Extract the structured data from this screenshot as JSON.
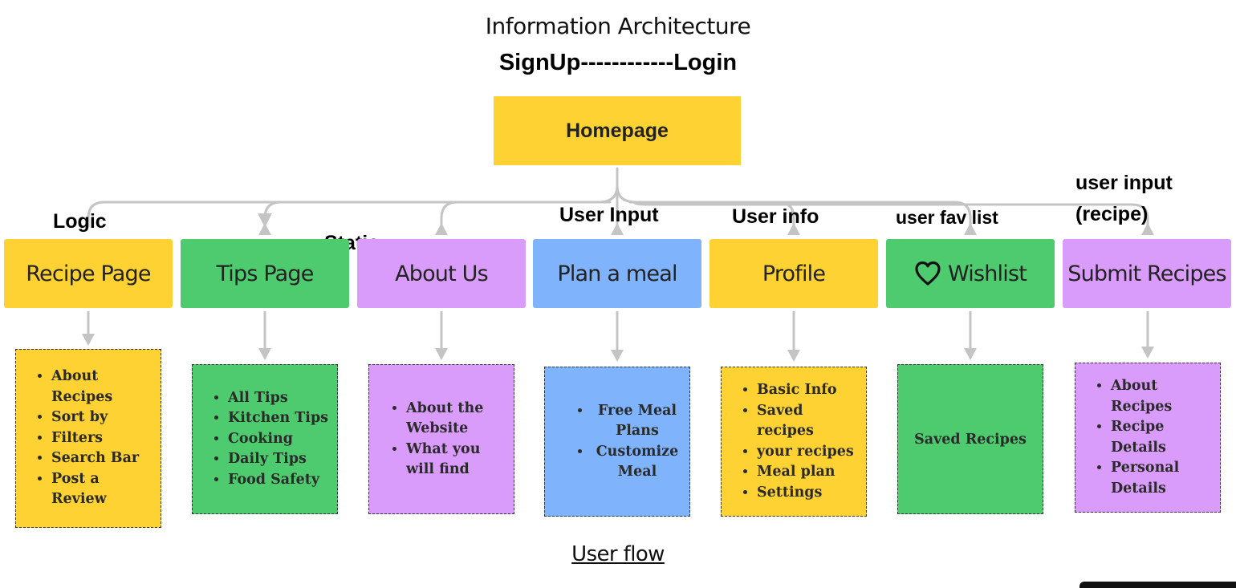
{
  "title": "Information Architecture",
  "subtitle": "SignUp------------Login",
  "home": {
    "label": "Homepage",
    "color": "#ffd233"
  },
  "labels": {
    "logic": "Logic",
    "static": "Static",
    "user_input": "User Input",
    "user_info": "User info",
    "user_fav_list": "user fav list",
    "user_input_recipe_line1": "user input",
    "user_input_recipe_line2": "(recipe)"
  },
  "nodes": [
    {
      "label": "Recipe Page",
      "color": "#ffd233",
      "items": [
        "About Recipes",
        "Sort by",
        "Filters",
        "Search Bar",
        "Post a Review"
      ]
    },
    {
      "label": "Tips Page",
      "color": "#4ecb6e",
      "items": [
        "All Tips",
        "Kitchen Tips",
        "Cooking",
        "Daily Tips",
        "Food Safety"
      ]
    },
    {
      "label": "About Us",
      "color": "#d99cfa",
      "items": [
        "About the Website",
        "What you will find"
      ]
    },
    {
      "label": "Plan a meal",
      "color": "#7fb3fb",
      "items": [
        "Free Meal Plans",
        "Customize Meal"
      ]
    },
    {
      "label": "Profile",
      "color": "#ffd233",
      "items": [
        "Basic Info",
        "Saved recipes",
        "your recipes",
        "Meal plan",
        "Settings"
      ]
    },
    {
      "label": "Wishlist",
      "color": "#4ecb6e",
      "icon": "heart-icon",
      "text": "Saved Recipes"
    },
    {
      "label": "Submit Recipes",
      "color": "#d99cfa",
      "items": [
        "About Recipes",
        "Recipe Details",
        "Personal Details"
      ]
    }
  ],
  "footer": "User flow",
  "connector_color": "#c4c4c4"
}
